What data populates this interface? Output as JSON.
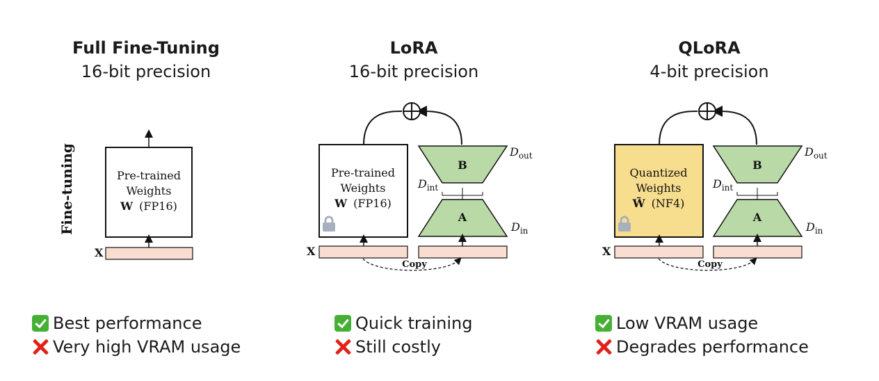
{
  "panels": [
    {
      "title": "Full Fine-Tuning",
      "subtitle": "16-bit precision",
      "side_label": "Fine-tuning",
      "weights_lines": [
        "Pre-trained",
        "Weights"
      ],
      "weights_symbol": "W",
      "weights_format": "(FP16)",
      "input_label": "X",
      "pros": [
        "Best performance"
      ],
      "cons": [
        "Very high VRAM usage"
      ]
    },
    {
      "title": "LoRA",
      "subtitle": "16-bit precision",
      "weights_lines": [
        "Pre-trained",
        "Weights"
      ],
      "weights_symbol": "W",
      "weights_format": "(FP16)",
      "input_label": "X",
      "adapter_b": "B",
      "adapter_a": "A",
      "d_out": "out",
      "d_int": "int",
      "d_in": "in",
      "d_letter": "D",
      "copy_label": "Copy",
      "pros": [
        "Quick training"
      ],
      "cons": [
        "Still costly"
      ]
    },
    {
      "title": "QLoRA",
      "subtitle": "4-bit precision",
      "weights_lines": [
        "Quantized",
        "Weights"
      ],
      "weights_symbol": "W̃",
      "weights_format": "(NF4)",
      "input_label": "X",
      "adapter_b": "B",
      "adapter_a": "A",
      "d_out": "out",
      "d_int": "int",
      "d_in": "in",
      "d_letter": "D",
      "copy_label": "Copy",
      "pros": [
        "Low VRAM usage"
      ],
      "cons": [
        "Degrades performance"
      ]
    }
  ],
  "colors": {
    "adapter_fill": "#b9d9a6",
    "input_fill": "#f9ddd0",
    "quantized_fill": "#f7de8e",
    "lock": "#a8b0be",
    "check": "#45b034",
    "cross": "#e1221a"
  },
  "icons": [
    "lock-icon",
    "plus-circle-icon",
    "check-icon",
    "cross-icon"
  ]
}
